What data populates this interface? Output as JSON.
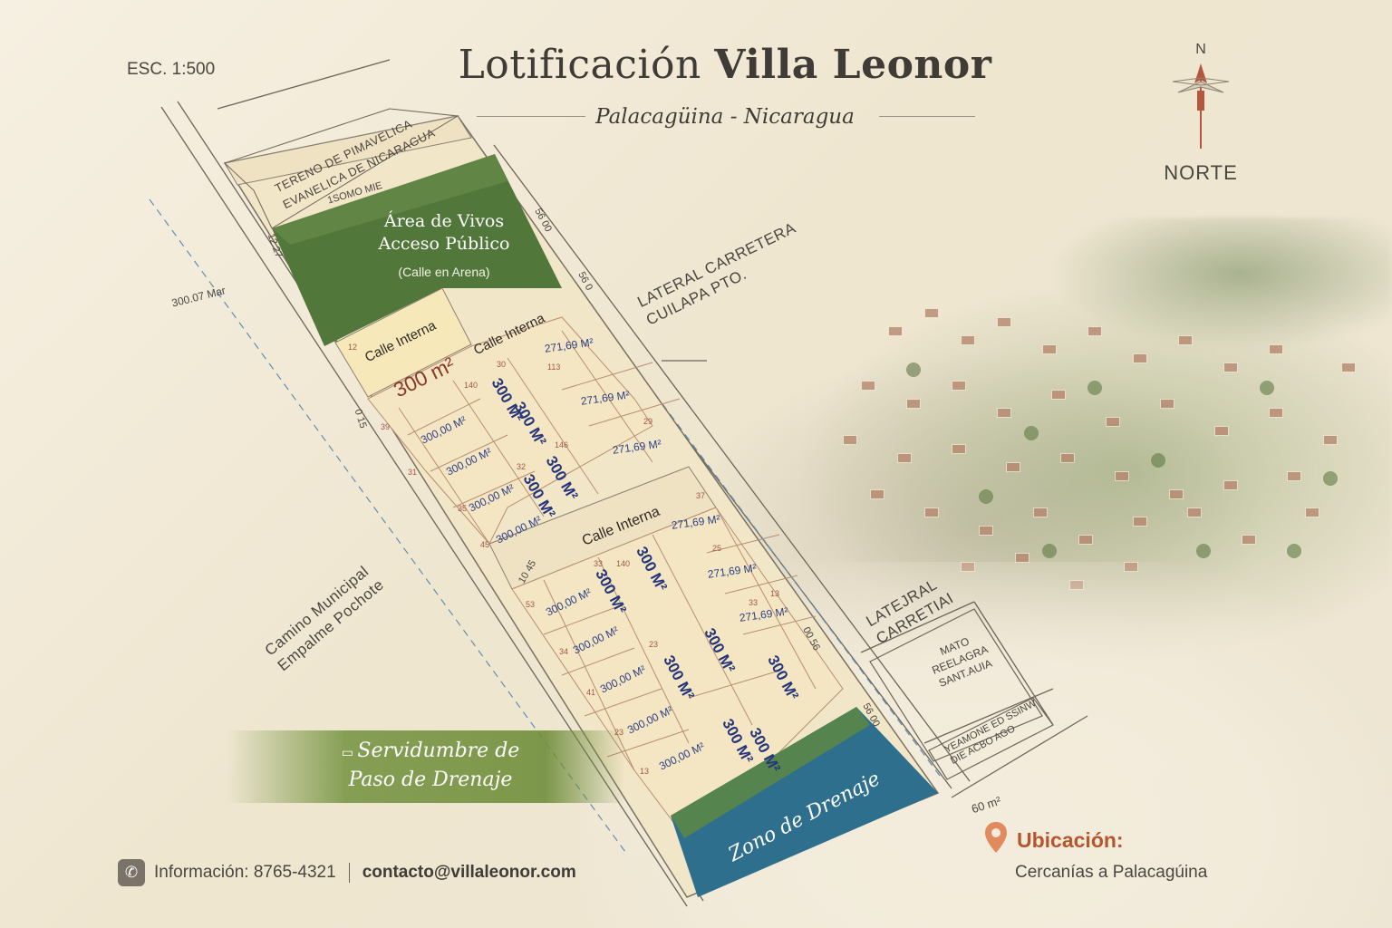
{
  "header": {
    "title_regular": "Lotificación ",
    "title_bold": "Villa Leonor",
    "subtitle": "Palacagüina - Nicaragua",
    "scale": "ESC. 1:500"
  },
  "compass": {
    "n": "N",
    "label": "NORTE"
  },
  "roads": {
    "top_left_parcel": "TERENO DE PIMAVELICA\nEVANELICA DE NICARAGUA",
    "top_measure": "1SOMO MIE",
    "left_measure": "300.07 Mar",
    "lateral_top": "LATERAL CARRETERA\nCUILAPA PTO.",
    "camino": "Camino Municipal\nEmpalme Pochote",
    "lateral_right": "LATEJRAL\nCARRETIAI",
    "bottom_measure": "60 m²",
    "mato_parcel": "MATO\nREELAGRA\nSANT.AUIA",
    "bottom_right_parcel": "YEAMONE ED SSINW\nDIE ACBO AGO",
    "edge_left_1": "0 15",
    "edge_right_1": "56 00",
    "edge_right_2": "56 0",
    "edge_right_3": "00 56",
    "edge_right_4": "56 00",
    "edge_mid": "10 45",
    "edge_small": "12.27"
  },
  "areas": {
    "green_title": "Área de Vivos\nAcceso Público",
    "green_sub": "(Calle en Arena)",
    "lot_300": "300 m²",
    "calle_1": "Calle Interna",
    "calle_2": "Calle Interna",
    "calle_3": "Calle Interna",
    "drenaje": "Zono de Drenaje",
    "servidumbre": "Servidumbre de\nPaso de Drenaje"
  },
  "lots": {
    "upper_big": [
      "300 M²",
      "300 M²",
      "300 M²",
      "300 M²"
    ],
    "upper_right": [
      "271,69 M²",
      "271,69 M²",
      "271,69 M²"
    ],
    "upper_left": [
      "300,00 M²",
      "300,00 M²",
      "300,00 M²",
      "300,00 M²"
    ],
    "lower_big": [
      "300 M²",
      "300 M²",
      "300 M²",
      "300 M²",
      "300 M²",
      "300 M²",
      "300 M²"
    ],
    "lower_right": [
      "271,69 M²",
      "271,69 M²",
      "271,69 M²"
    ],
    "lower_left": [
      "300,00 M²",
      "300,00 M²",
      "300,00 M²",
      "300,00 M²",
      "300,00 M²"
    ],
    "numbers": [
      "12",
      "140",
      "30",
      "113",
      "39",
      "29",
      "31",
      "32",
      "146",
      "35",
      "45",
      "37",
      "53",
      "140",
      "25",
      "33",
      "13",
      "34",
      "23",
      "41",
      "33",
      "23",
      "13"
    ]
  },
  "footer": {
    "info_label": "Información: 8765-4321",
    "email": "contacto@villaleonor.com",
    "ubicacion_title": "Ubicación:",
    "ubicacion_sub": "Cercanías a Palacagúina"
  },
  "colors": {
    "background": "#f3ecdc",
    "green": "#4f7336",
    "water": "#2f6f8e",
    "lot_fill": "#f4e7c4",
    "accent": "#b5562c",
    "blue_text": "#2b3f88"
  },
  "icons": [
    "compass-rose-icon",
    "phone-icon",
    "location-pin-icon",
    "tag-icon"
  ]
}
